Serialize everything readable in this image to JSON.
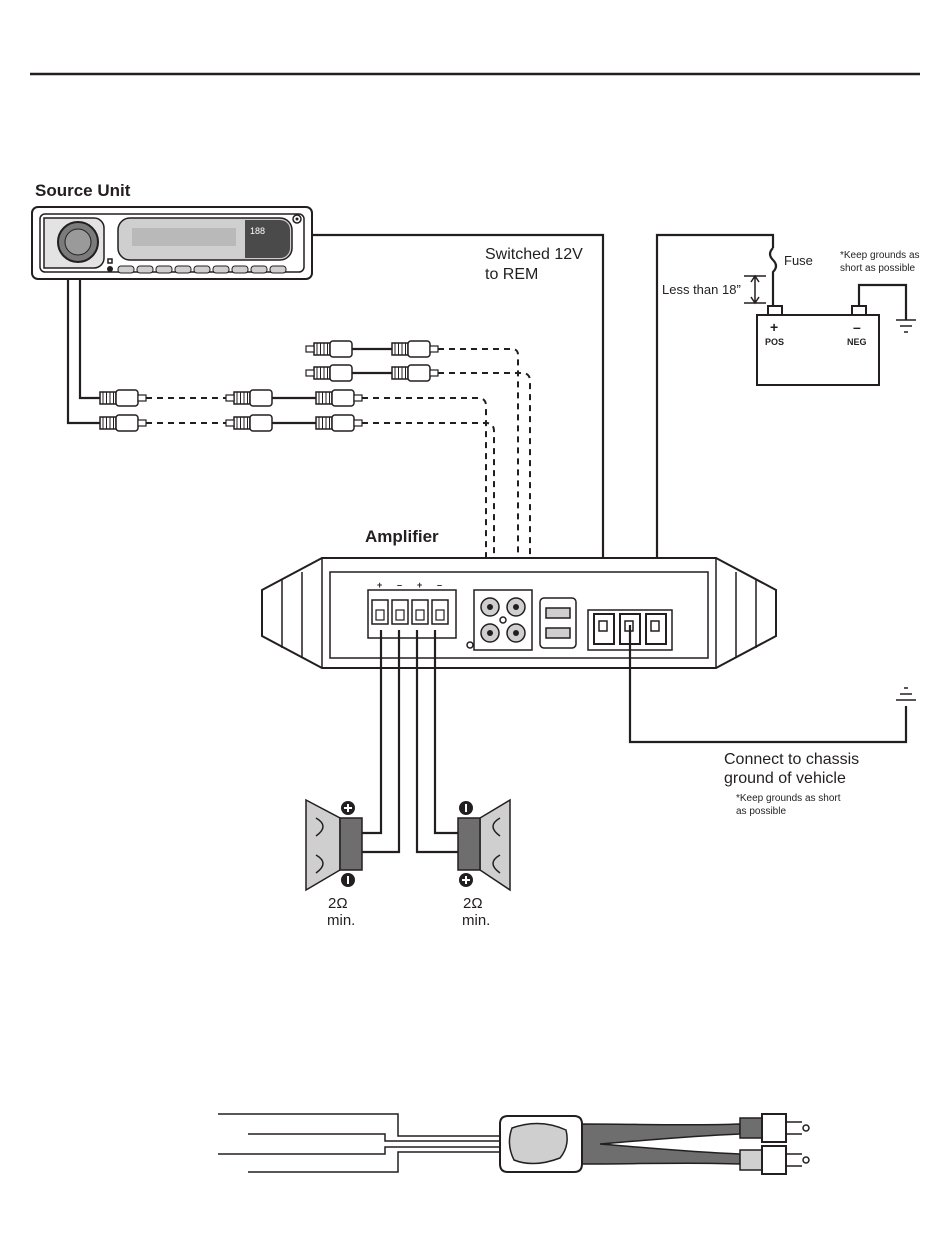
{
  "labels": {
    "source_unit": "Source Unit",
    "amplifier": "Amplifier",
    "switched_line1": "Switched 12V",
    "switched_line2": "to REM",
    "fuse": "Fuse",
    "less_than": "Less than 18”",
    "keep_grounds_top_line1": "*Keep grounds as",
    "keep_grounds_top_line2": "short as possible",
    "battery_pos_symbol": "+",
    "battery_neg_symbol": "–",
    "battery_pos": "POS",
    "battery_neg": "NEG",
    "chassis_line1": "Connect to chassis",
    "chassis_line2": "ground of vehicle",
    "keep_grounds_bottom_line1": "*Keep grounds as short",
    "keep_grounds_bottom_line2": "as possible",
    "speaker_left_impedance": "2Ω",
    "speaker_left_min": "min.",
    "speaker_right_impedance": "2Ω",
    "speaker_right_min": "min.",
    "speaker_terminal_labels": [
      "+",
      "–",
      "+",
      "–"
    ],
    "head_unit_display": "188"
  },
  "colors": {
    "ink": "#231f20",
    "grey": "#cfcfcf",
    "dark_grey": "#6e6e6e",
    "background": "#ffffff"
  }
}
